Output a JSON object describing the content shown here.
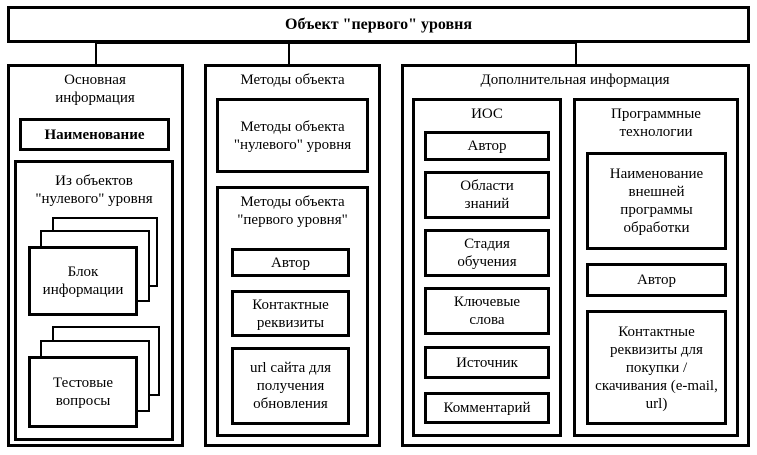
{
  "top": {
    "title": "Объект \"первого\" уровня"
  },
  "basic": {
    "title": "Основная информация",
    "name_box": "Наименование",
    "zero_group": {
      "title": "Из объектов \"нулевого\" уровня",
      "info_block": "Блок информации",
      "test_block": "Тестовые вопросы"
    }
  },
  "methods": {
    "title": "Методы объекта",
    "zero_level": "Методы объекта \"нулевого\" уровня",
    "first_level": {
      "title": "Методы объекта \"первого уровня\"",
      "author": "Автор",
      "contacts": "Контактные реквизиты",
      "url": "url сайта для получения обновления"
    }
  },
  "extra": {
    "title": "Дополнительная информация",
    "ios": {
      "title": "ИОС",
      "items": [
        "Автор",
        "Области знаний",
        "Стадия обучения",
        "Ключевые слова",
        "Источник",
        "Комментарий"
      ]
    },
    "tech": {
      "title": "Программные технологии",
      "ext_program": "Наименование внешней программы обработки",
      "author": "Автор",
      "contacts": "Контактные реквизиты для покупки / скачивания (e-mail, url)"
    }
  }
}
